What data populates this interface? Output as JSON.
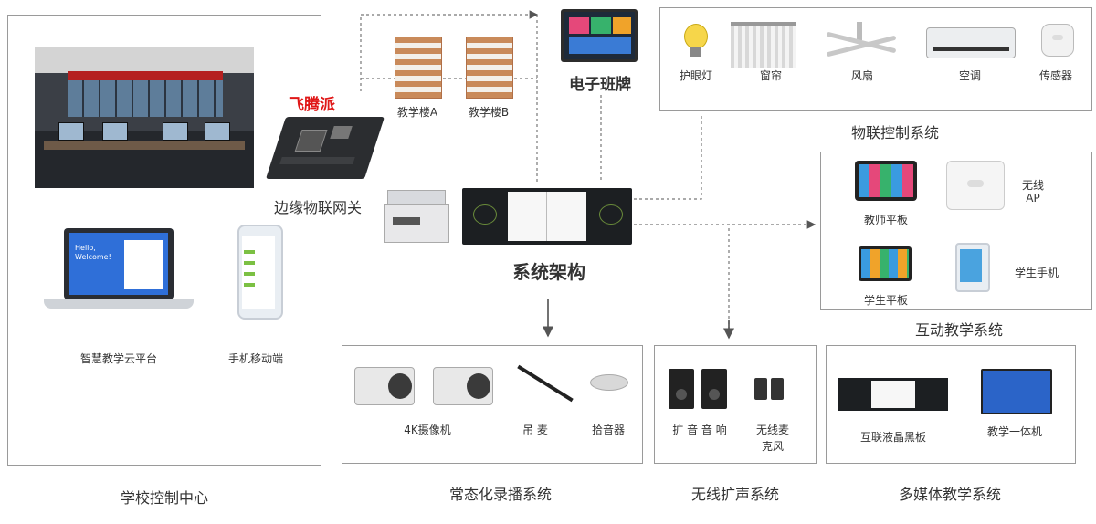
{
  "school_center": {
    "title": "学校控制中心",
    "cloud_platform": "智慧教学云平台",
    "mobile": "手机移动端",
    "laptop_greeting": "Hello, Welcome!"
  },
  "gateway": {
    "brand": "飞腾派",
    "label": "边缘物联网关"
  },
  "buildings": {
    "a": "教学楼A",
    "b": "教学楼B"
  },
  "e_board": {
    "label": "电子班牌"
  },
  "architecture": {
    "label": "系统架构"
  },
  "iot": {
    "title": "物联控制系统",
    "items": [
      "护眼灯",
      "窗帘",
      "风扇",
      "空调",
      "传感器"
    ]
  },
  "interactive": {
    "title": "互动教学系统",
    "teacher_tablet": "教师平板",
    "wireless_ap": [
      "无线",
      "AP"
    ],
    "student_tablet": "学生平板",
    "student_phone": "学生手机"
  },
  "recording": {
    "title": "常态化录播系统",
    "camera": "4K摄像机",
    "mic": "吊 麦",
    "pickup": "拾音器"
  },
  "pa": {
    "title": "无线扩声系统",
    "speaker": "扩 音 音 响",
    "wireless_mic": [
      "无线麦",
      "克风"
    ]
  },
  "multimedia": {
    "title": "多媒体教学系统",
    "blackboard": "互联液晶黑板",
    "all_in_one": "教学一体机"
  },
  "colors": {
    "brand_red": "#e01818",
    "border": "#9a9a9a",
    "arrow": "#555555"
  }
}
